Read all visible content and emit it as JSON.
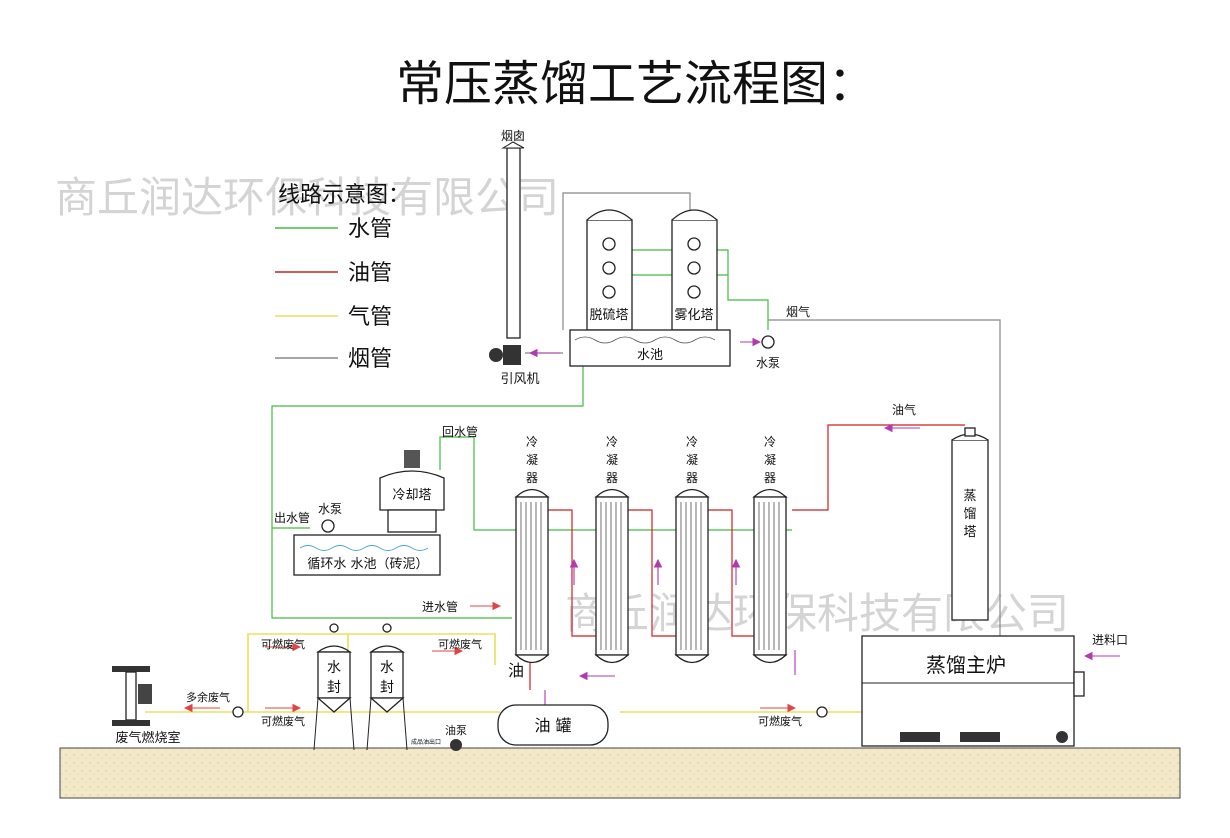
{
  "title": "常压蒸馏工艺流程图：",
  "watermark": "商丘润达环保科技有限公司",
  "legend": {
    "heading": "线路示意图：",
    "items": [
      {
        "label": "水管",
        "color": "#44bb44"
      },
      {
        "label": "油管",
        "color": "#cc2222"
      },
      {
        "label": "气管",
        "color": "#e8e060"
      },
      {
        "label": "烟管",
        "color": "#888888"
      }
    ]
  },
  "labels": {
    "chimney": "烟囱",
    "desulfurization_tower": "脱硫塔",
    "atomization_tower": "雾化塔",
    "water_pool": "水池",
    "water_pump_top": "水泵",
    "induced_fan": "引风机",
    "flue_gas": "烟气",
    "oil_gas": "油气",
    "return_pipe": "回水管",
    "condenser_chars": [
      "冷",
      "凝",
      "器"
    ],
    "cooling_tower": "冷却塔",
    "outlet_pipe": "出水管",
    "water_pump_left": "水泵",
    "circ_pool": "循环水  水池（砖泥）",
    "inlet_pipe": "进水管",
    "distill_tower": [
      "蒸",
      "馏",
      "塔"
    ],
    "main_furnace": "蒸馏主炉",
    "feed_port": "进料口",
    "combustible_gas": "可燃废气",
    "oil_char": "油",
    "water_seal": [
      "水",
      "封"
    ],
    "oil_tank": "油  罐",
    "oil_pump": "油泵",
    "product_outlet": "成品油出口",
    "excess_gas": "多余废气",
    "incinerator": "废气燃烧室"
  },
  "colors": {
    "water": "#44bb44",
    "oil": "#cc2222",
    "gas": "#e8e060",
    "flue": "#888888",
    "arrow": "#b03ab0",
    "ground": "#f3e9c9"
  }
}
